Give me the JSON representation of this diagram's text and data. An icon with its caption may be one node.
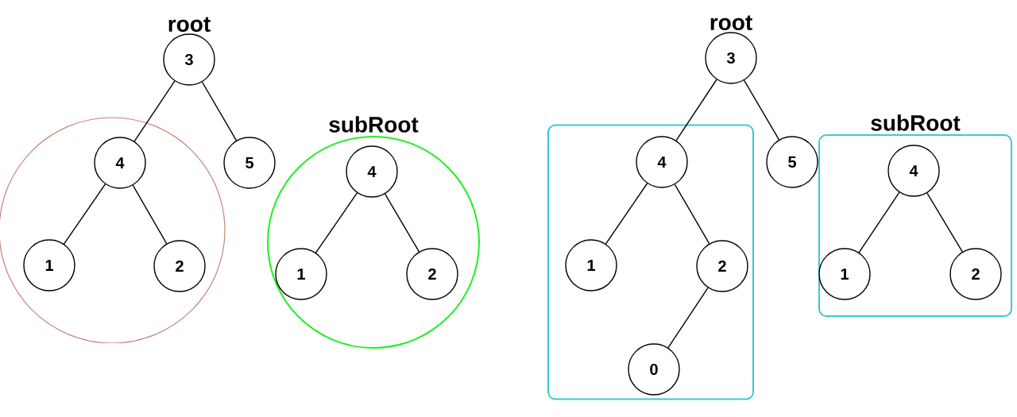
{
  "diagram": {
    "nodes": [
      {
        "text": [
          "3"
        ],
        "beside": [
          "root"
        ]
      },
      {
        "text": [],
        "shape": "circle"
      },
      {
        "text": [
          "4"
        ],
        "in": 1
      },
      {
        "text": [
          "1"
        ],
        "in": 1
      },
      {
        "text": [
          "2"
        ],
        "in": 1
      },
      {
        "text": [
          "5"
        ]
      },
      {
        "text": [
          "subRoot"
        ]
      },
      {
        "text": [
          "4"
        ],
        "in": 6
      },
      {
        "text": [
          "1"
        ],
        "in": 6
      },
      {
        "text": [
          "2"
        ],
        "in": 6
      },
      {
        "text": [
          "3"
        ],
        "beside": [
          "root"
        ]
      },
      {
        "text": [],
        "shape": "box"
      },
      {
        "text": [
          "4"
        ],
        "in": 11
      },
      {
        "text": [
          "1"
        ],
        "in": 11
      },
      {
        "text": [
          "2"
        ],
        "in": 11
      },
      {
        "text": [
          "0"
        ],
        "in": 11
      },
      {
        "text": [
          "5"
        ]
      },
      {
        "text": [
          "subRoot"
        ]
      },
      {
        "text": [
          "4"
        ],
        "in": 17
      },
      {
        "text": [
          "1"
        ],
        "in": 17
      },
      {
        "text": [
          "2"
        ],
        "in": 17
      }
    ],
    "edges": [
      {
        "from": 0,
        "to": 2,
        "arrow": "none"
      },
      {
        "from": 0,
        "to": 5,
        "arrow": "none"
      },
      {
        "from": 2,
        "to": 3,
        "arrow": "none"
      },
      {
        "from": 2,
        "to": 4,
        "arrow": "none"
      },
      {
        "from": 7,
        "to": 8,
        "arrow": "none"
      },
      {
        "from": 7,
        "to": 9,
        "arrow": "none"
      },
      {
        "from": 10,
        "to": 12,
        "arrow": "none"
      },
      {
        "from": 10,
        "to": 16,
        "arrow": "none"
      },
      {
        "from": 12,
        "to": 13,
        "arrow": "none"
      },
      {
        "from": 12,
        "to": 14,
        "arrow": "none"
      },
      {
        "from": 14,
        "to": 15,
        "arrow": "none"
      },
      {
        "from": 18,
        "to": 19,
        "arrow": "none"
      },
      {
        "from": 18,
        "to": 20,
        "arrow": "none"
      }
    ]
  }
}
